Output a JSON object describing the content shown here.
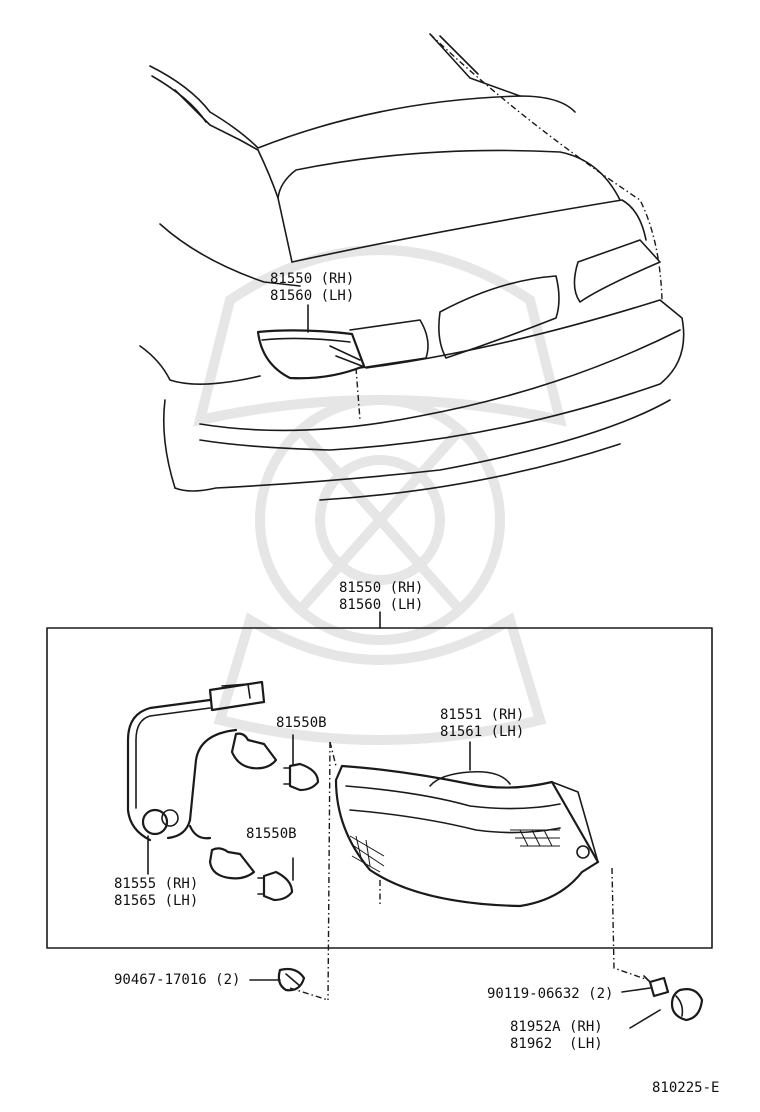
{
  "callouts": {
    "car_assembly_rh": "81550 (RH)",
    "car_assembly_lh": "81560 (LH)",
    "box_assembly_rh": "81550 (RH)",
    "box_assembly_lh": "81560 (LH)",
    "bulb_upper": "81550B",
    "bulb_lower": "81550B",
    "lens_rh": "81551 (RH)",
    "lens_lh": "81561 (LH)",
    "socket_rh": "81555 (RH)",
    "socket_lh": "81565 (LH)",
    "clip": "90467-17016 (2)",
    "screw": "90119-06632 (2)",
    "cover_rh": "81952A (RH)",
    "cover_lh": "81962  (LH)",
    "figure_code": "810225-E"
  }
}
